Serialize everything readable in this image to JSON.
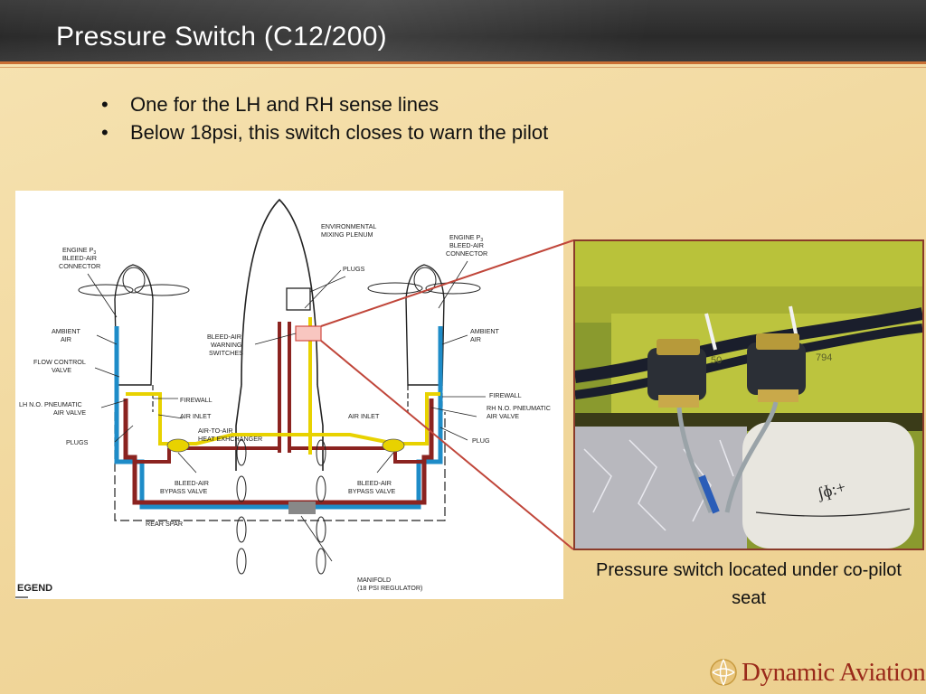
{
  "slide": {
    "title": "Pressure Switch (C12/200)",
    "bullets": [
      "One for the LH and RH sense lines",
      "Below 18psi, this switch closes to warn the pilot"
    ]
  },
  "diagram": {
    "labels": {
      "env_plenum": [
        "ENVIRONMENTAL",
        "MIXING PLENUM"
      ],
      "lh_bleed_conn": [
        "ENGINE P",
        "BLEED-AIR",
        "CONNECTOR"
      ],
      "rh_bleed_conn": [
        "ENGINE P",
        "BLEED-AIR",
        "CONNECTOR"
      ],
      "p_subscript": "3",
      "plugs_top": "PLUGS",
      "lh_ambient": [
        "AMBIENT",
        "AIR"
      ],
      "rh_ambient": [
        "AMBIENT",
        "AIR"
      ],
      "warning_switches": [
        "BLEED-AIR",
        "WARNING",
        "SWITCHES"
      ],
      "flow_control": [
        "FLOW CONTROL",
        "VALVE"
      ],
      "lh_pneumatic": [
        "LH N.O. PNEUMATIC",
        "AIR VALVE"
      ],
      "rh_pneumatic": [
        "RH N.O. PNEUMATIC",
        "AIR VALVE"
      ],
      "firewall_left": "FIREWALL",
      "firewall_right": "FIREWALL",
      "air_inlet_left": "AIR INLET",
      "air_inlet_right": "AIR INLET",
      "air_to_air": [
        "AIR-TO-AIR",
        "HEAT EXHCHANGER"
      ],
      "plugs_left": "PLUGS",
      "plug_right": "PLUG",
      "bypass_left": [
        "BLEED-AIR",
        "BYPASS VALVE"
      ],
      "bypass_right": [
        "BLEED-AIR",
        "BYPASS VALVE"
      ],
      "rear_spar": "REAR SPAR",
      "manifold": [
        "MANIFOLD",
        "(18 PSI REGULATOR)"
      ],
      "legend": "EGEND"
    }
  },
  "photo": {
    "markings": [
      "50",
      "794"
    ]
  },
  "caption": "Pressure switch located under co-pilot seat",
  "logo": {
    "text": "Dynamic Aviation"
  },
  "colors": {
    "title_bar": "#333333",
    "accent_rule": "#c96f34",
    "background": "#f3dba3",
    "bleed_line": "#8b2320",
    "warning_line": "#e8d200",
    "ambient_line": "#1e8cc8",
    "callout": "#c0463a",
    "logo": "#9a2a1a"
  }
}
